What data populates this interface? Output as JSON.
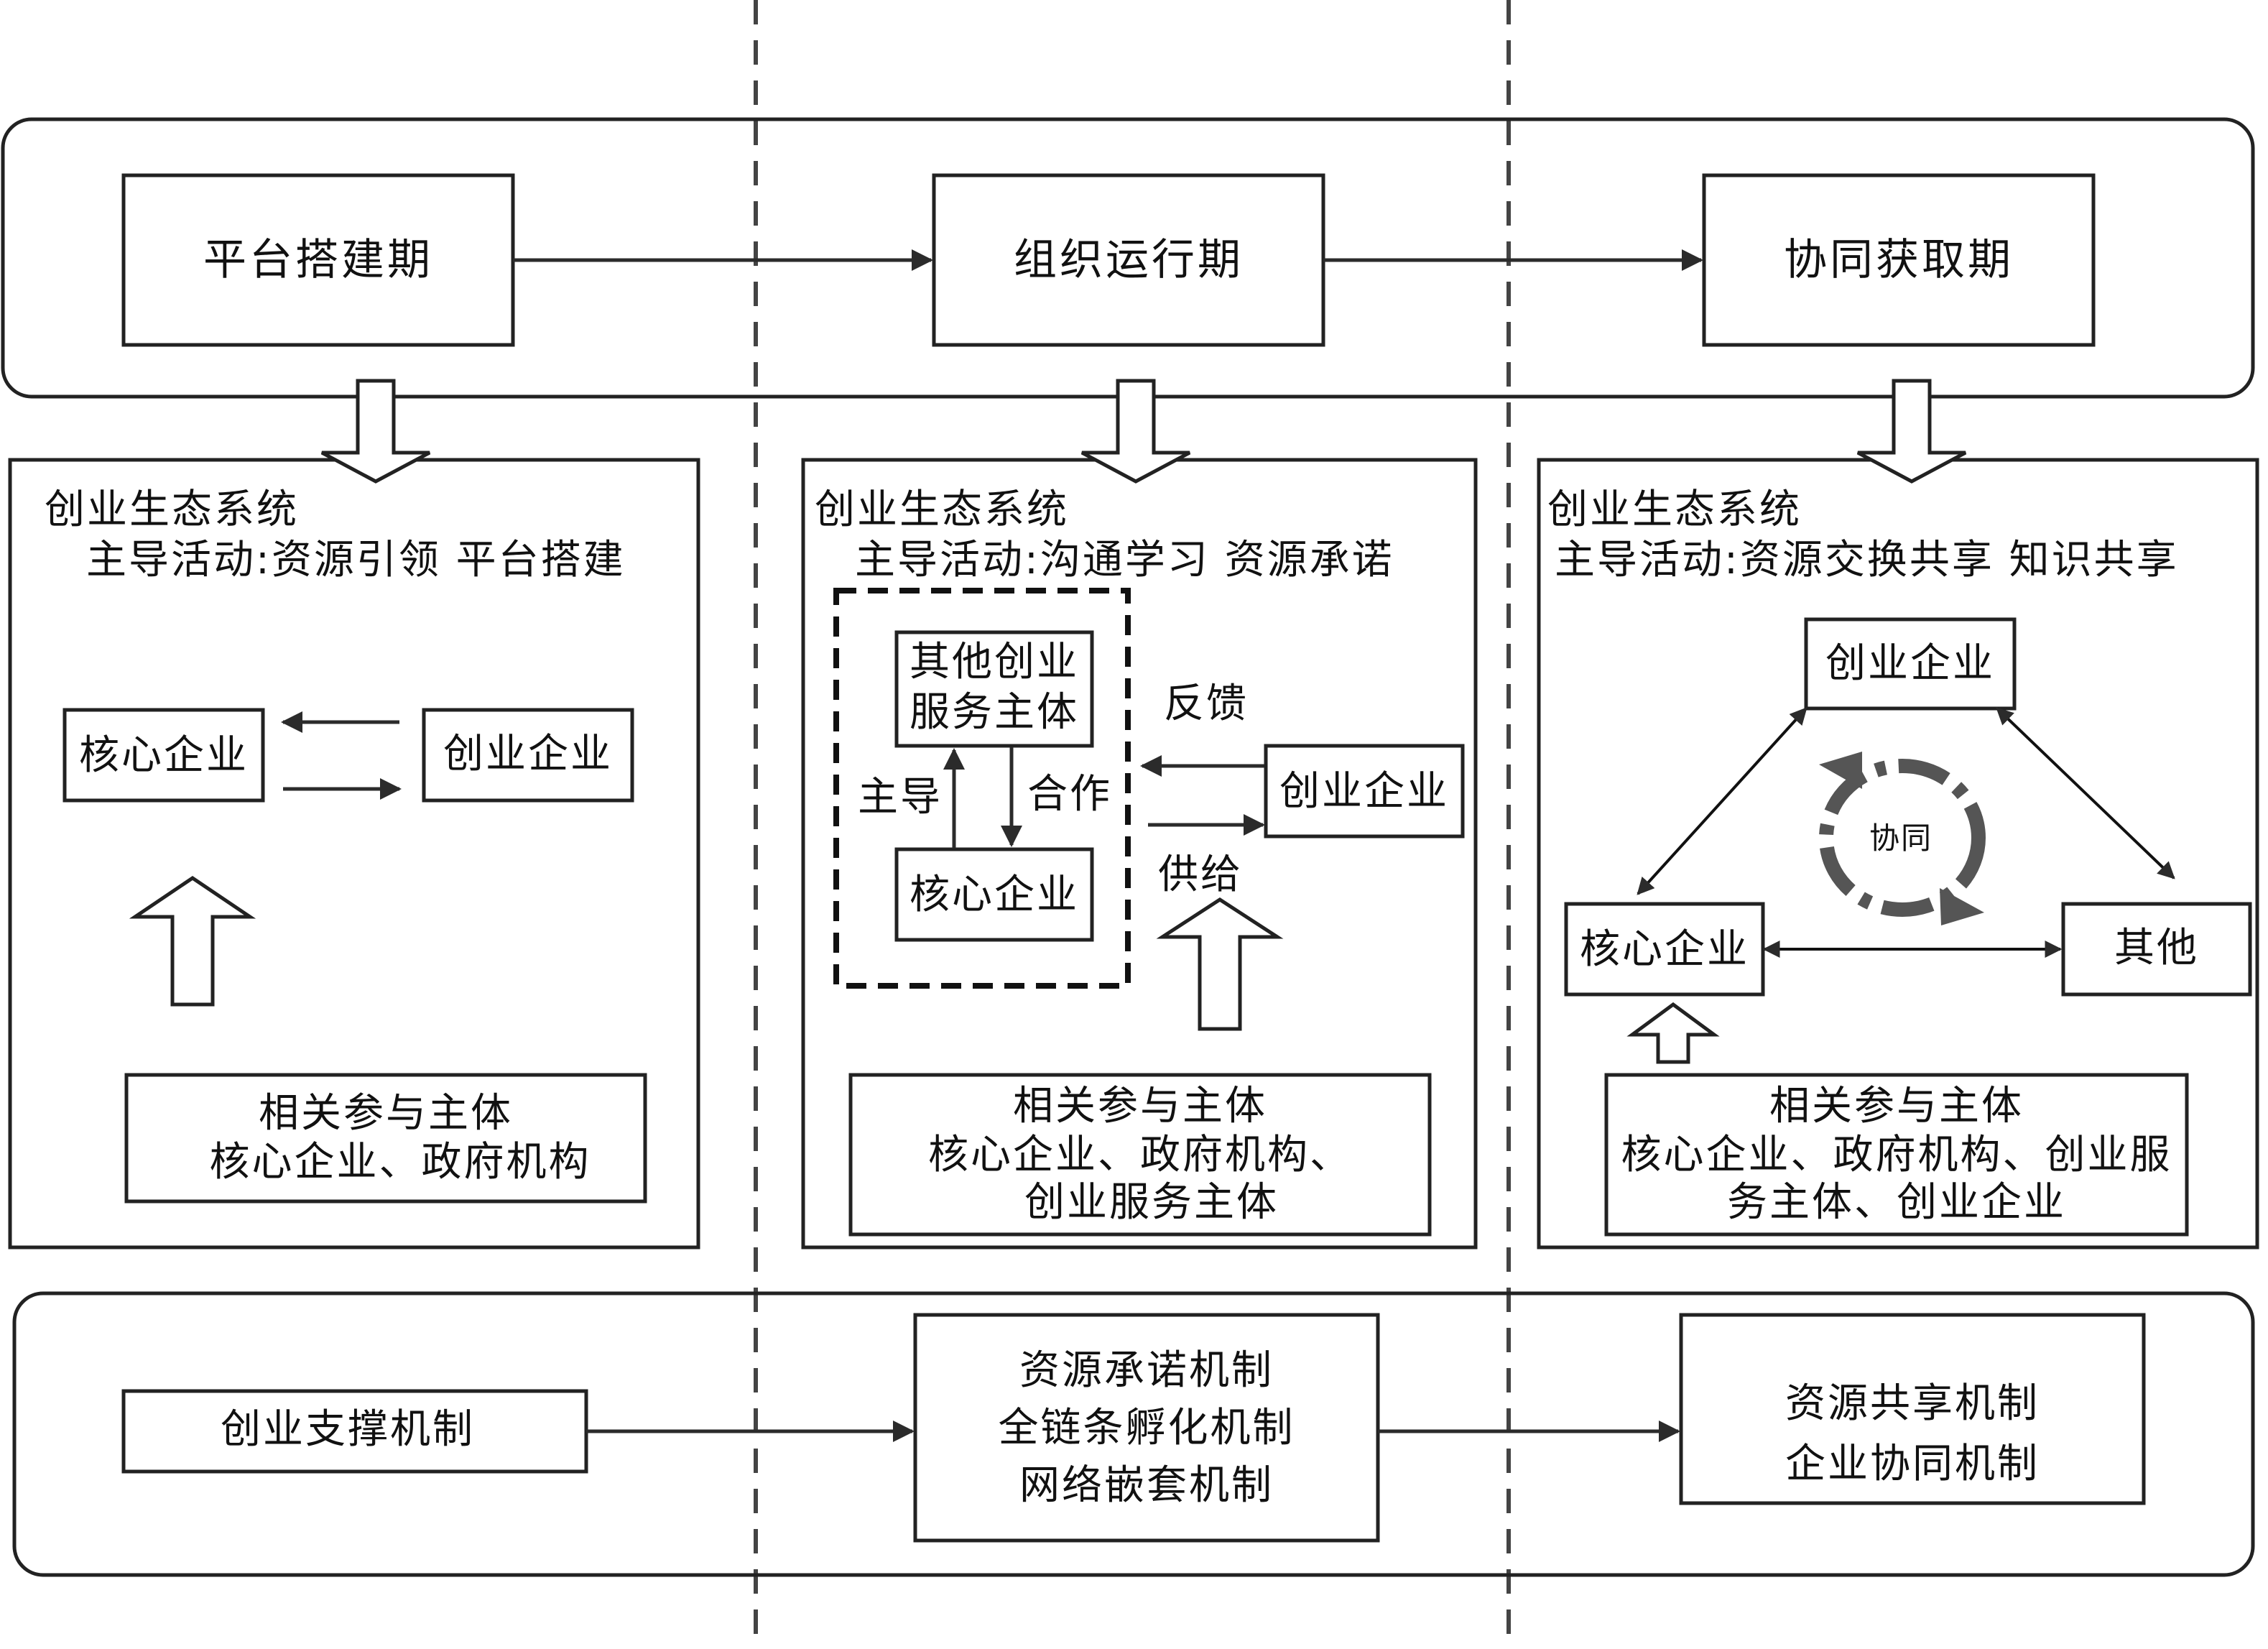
{
  "stages": {
    "platform": "平台搭建期",
    "operation": "组织运行期",
    "synergy": "协同获取期"
  },
  "panel1": {
    "title": "创业生态系统",
    "activity": "主导活动:资源引领 平台搭建",
    "core": "核心企业",
    "startup": "创业企业",
    "participants_title": "相关参与主体",
    "participants_line1": "核心企业、政府机构"
  },
  "panel2": {
    "title": "创业生态系统",
    "activity": "主导活动:沟通学习 资源承诺",
    "other_line1": "其他创业",
    "other_line2": "服务主体",
    "core": "核心企业",
    "startup": "创业企业",
    "lead": "主导",
    "cooperate": "合作",
    "feedback": "反馈",
    "supply": "供给",
    "participants_title": "相关参与主体",
    "participants_line1": "核心企业、政府机构、",
    "participants_line2": "创业服务主体"
  },
  "panel3": {
    "title": "创业生态系统",
    "activity": "主导活动:资源交换共享 知识共享",
    "startup": "创业企业",
    "core": "核心企业",
    "other": "其他",
    "synergy": "协同",
    "participants_title": "相关参与主体",
    "participants_line1": "核心企业、政府机构、创业服",
    "participants_line2": "务主体、创业企业"
  },
  "mechanisms": {
    "m1": "创业支撑机制",
    "m2_line1": "资源承诺机制",
    "m2_line2": "全链条孵化机制",
    "m2_line3": "网络嵌套机制",
    "m3_line1": "资源共享机制",
    "m3_line2": "企业协同机制"
  }
}
